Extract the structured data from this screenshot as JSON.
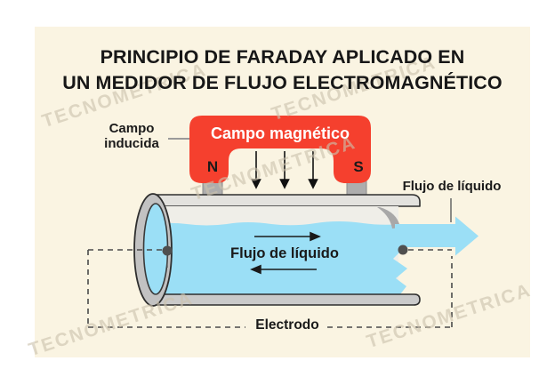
{
  "title": {
    "line1": "PRINCIPIO DE FARADAY APLICADO EN",
    "line2": "UN MEDIDOR DE FLUJO ELECTROMAGNÉTICO"
  },
  "labels": {
    "induced_field": "Campo inducida",
    "magnetic_field": "Campo magnético",
    "pole_north": "N",
    "pole_south": "S",
    "flow_outlet": "Flujo de líquido",
    "flow_in_pipe": "Flujo de líquido",
    "electrode": "Electrodo"
  },
  "watermark": {
    "text": "TECNOMETRICA"
  },
  "colors": {
    "panel_background": "#FAF4E2",
    "magnet_red": "#F5402E",
    "liquid_blue": "#9BDFF6",
    "pipe_end_cap_gray": "#C2C2C2",
    "pipe_wall_light": "#E3E2DE",
    "pipe_wall_bottom": "#CACACA",
    "pipe_interior": "#EFEEE8",
    "pole_gray": "#ADADAD",
    "outline_dark": "#2E2E2E",
    "dash_gray": "#4A4A4A",
    "text_black": "#1A1A1A",
    "magnet_text_white": "#FFFFFF"
  }
}
